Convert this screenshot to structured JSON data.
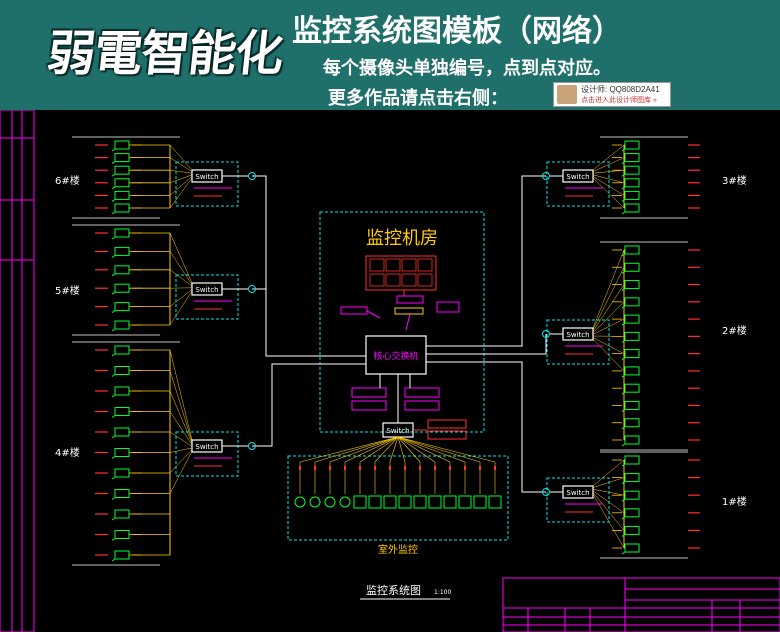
{
  "header": {
    "logo": "弱電智能化",
    "title": "监控系统图模板（网络）",
    "subtitle1": "每个摄像头单独编号，点到点对应。",
    "subtitle2": "更多作品请点击右侧：",
    "badge_line1": "设计师: QQ808D2A41",
    "badge_line2": "点击进入此设计师图库 »"
  },
  "diagram": {
    "room_label": "监控机房",
    "core_switch": "核心交换机",
    "switch_label": "Switch",
    "outdoor_label": "室外监控",
    "footer_title": "监控系统图",
    "footer_scale": "1:100",
    "buildings": [
      {
        "label": "6#楼",
        "cams": 6
      },
      {
        "label": "5#楼",
        "cams": 6
      },
      {
        "label": "4#楼",
        "cams": 11
      },
      {
        "label": "3#楼",
        "cams": 6
      },
      {
        "label": "2#楼",
        "cams": 12
      },
      {
        "label": "1#楼",
        "cams": 6
      }
    ],
    "colors": {
      "cyan": "#00e6e6",
      "magenta": "#ff00ff",
      "yellow": "#ffcc00",
      "green": "#00ff33",
      "white": "#ffffff",
      "red": "#ff3030",
      "orange": "#ff9900"
    }
  }
}
